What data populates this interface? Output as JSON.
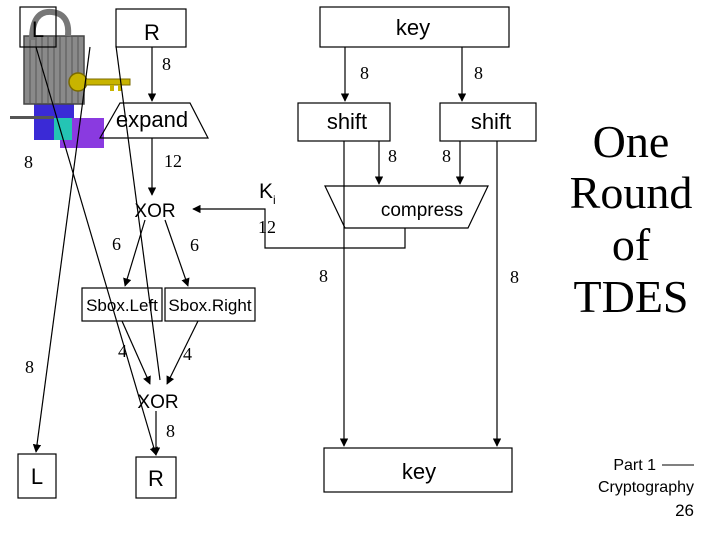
{
  "boxes": {
    "l_top": "L",
    "r_top": "R",
    "key_top": "key",
    "expand": "expand",
    "shift_left": "shift",
    "shift_right": "shift",
    "xor_top": "XOR",
    "ki_main": "K",
    "ki_sub": "i",
    "compress": "compress",
    "sbox_left": "Sbox.Left",
    "sbox_right": "Sbox.Right",
    "xor_bottom": "XOR",
    "l_bottom": "L",
    "r_bottom": "R",
    "key_bottom": "key"
  },
  "widths": {
    "r_out": "8",
    "key_left_in": "8",
    "key_right_in": "8",
    "l_side": "8",
    "expand_out": "12",
    "shift_left_out": "8",
    "shift_right_out": "8",
    "key_ki": "12",
    "xor_left_out": "6",
    "xor_right_out": "6",
    "compress_left_out": "8",
    "compress_right_out": "8",
    "sbox_left_out": "4",
    "sbox_right_out": "4",
    "l_side_lower": "8",
    "xor_bottom_out": "8"
  },
  "title": {
    "line1": "One",
    "line2": "Round",
    "line3": "of",
    "line4": "TDES"
  },
  "footer": {
    "part": "Part 1",
    "course": "Cryptography",
    "page": "26"
  },
  "colors": {
    "ink": "#000000",
    "lock_gray": "#7a7a7a",
    "key_gold": "#c8b400",
    "deco_blue": "#3a2ad6",
    "deco_purple": "#8a3ae0",
    "deco_teal": "#24c4b4"
  }
}
